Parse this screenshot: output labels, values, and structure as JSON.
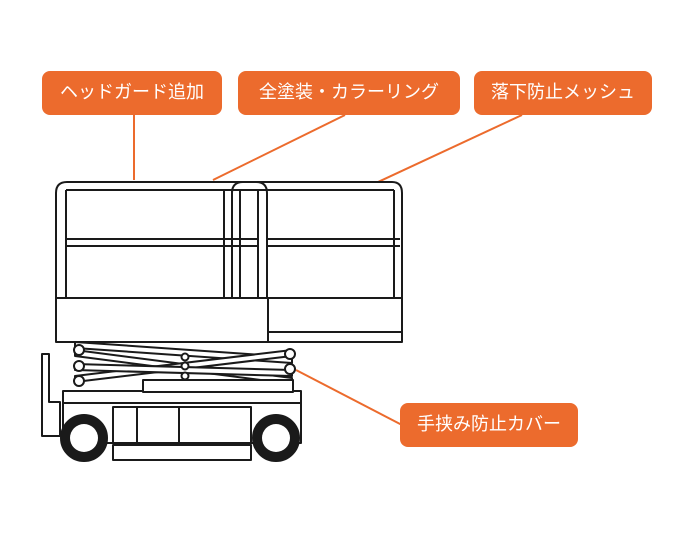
{
  "callouts": {
    "head_guard": "ヘッドガード追加",
    "paint": "全塗装・カラーリング",
    "fall_mesh": "落下防止メッシュ",
    "pinch_cover": "手挟み防止カバー"
  },
  "colors": {
    "accent": "#ec6b2d",
    "line": "#1a1a1a",
    "background": "#ffffff"
  }
}
